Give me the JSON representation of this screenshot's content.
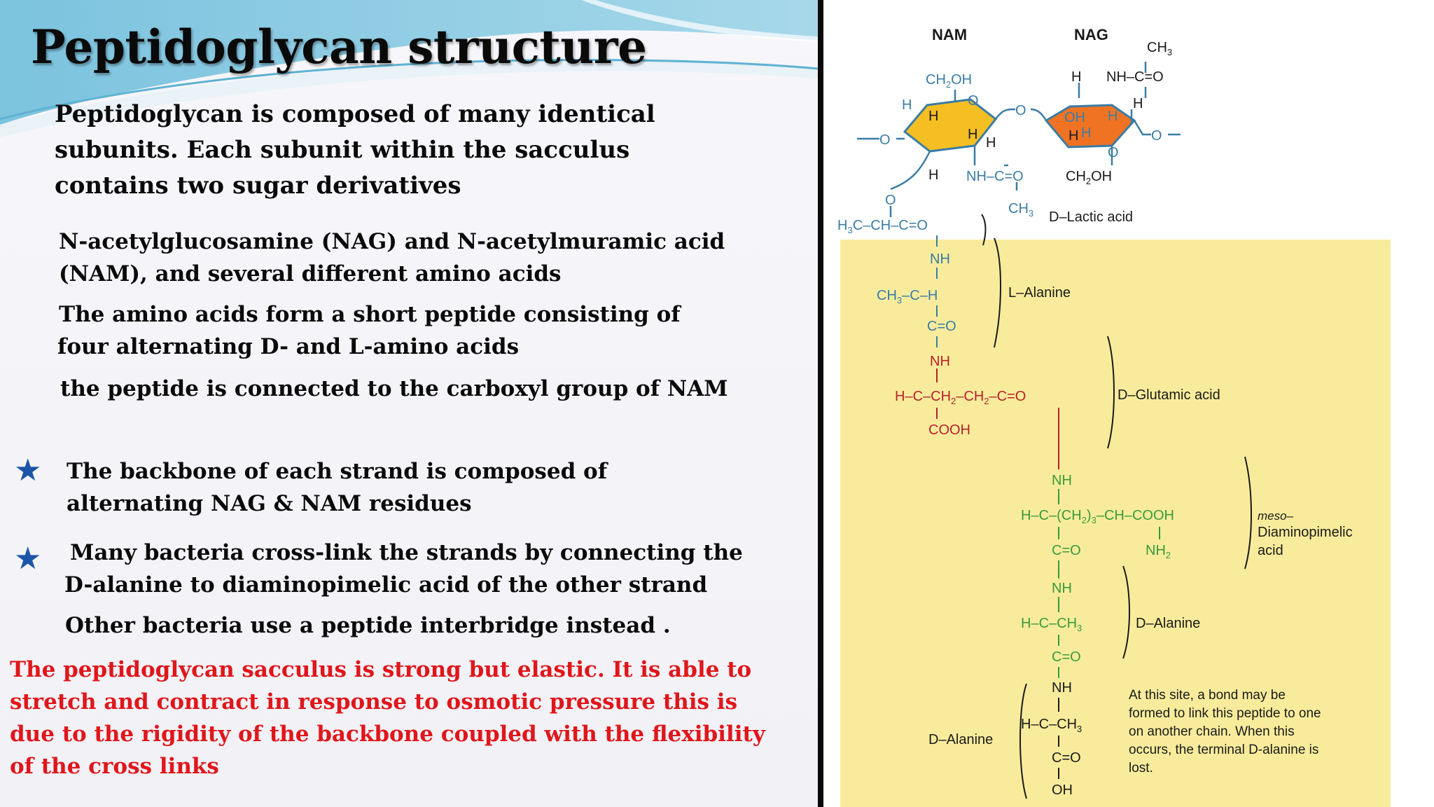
{
  "slide": {
    "title": "Peptidoglycan structure",
    "intro_lines": [
      "Peptidoglycan is composed of many identical",
      "subunits. Each subunit within the sacculus",
      "contains two sugar derivatives"
    ],
    "detail_lines": [
      "N-acetylglucosamine (NAG) and N-acetylmuramic acid",
      "(NAM), and several different amino acids",
      " The amino acids form a short peptide consisting of",
      "four alternating D- and L-amino acids",
      " the peptide is connected to the carboxyl group of NAM"
    ],
    "bullets": [
      {
        "icon": "star-icon",
        "lines": [
          "The backbone of  each strand is composed of",
          "alternating NAG & NAM residues"
        ]
      },
      {
        "icon": "star-icon",
        "lines": [
          "Many bacteria cross-link the strands by connecting the",
          "D-alanine to diaminopimelic acid of the other strand"
        ]
      }
    ],
    "other_line": "Other bacteria use a peptide interbridge instead .",
    "highlight_lines": [
      "The peptidoglycan sacculus is strong but elastic. It is able to",
      "stretch and contract in response to osmotic pressure this is",
      "due to the rigidity of the backbone coupled with the flexibility",
      "of the cross links"
    ],
    "colors": {
      "highlight": "#e0161b",
      "star": "#1b55a8",
      "panel": "#f8ec9c",
      "nam_ring": "#f5bf23",
      "nag_ring": "#f07323"
    }
  },
  "diagram": {
    "labels": {
      "nam": "NAM",
      "nag": "NAG",
      "lactic": "D–Lactic acid",
      "l_alanine": "L–Alanine",
      "d_glutamic": "D–Glutamic acid",
      "dap_1": "meso–",
      "dap_2": "Diaminopimelic",
      "dap_3": "acid",
      "d_alanine_1": "D–Alanine",
      "d_alanine_2": "D–Alanine"
    },
    "note_lines": [
      "At this site, a bond may be",
      "formed to link this peptide to one",
      "on another chain. When this",
      "occurs, the terminal D-alanine is",
      "lost."
    ],
    "atoms": {
      "o": "O",
      "h": "H",
      "oh": "OH",
      "nh": "NH",
      "ch3": "CH",
      "sub3": "3",
      "ch2oh": "CH",
      "sub2": "2",
      "cooh": "COOH",
      "c": "C",
      "nh2": "NH"
    }
  }
}
